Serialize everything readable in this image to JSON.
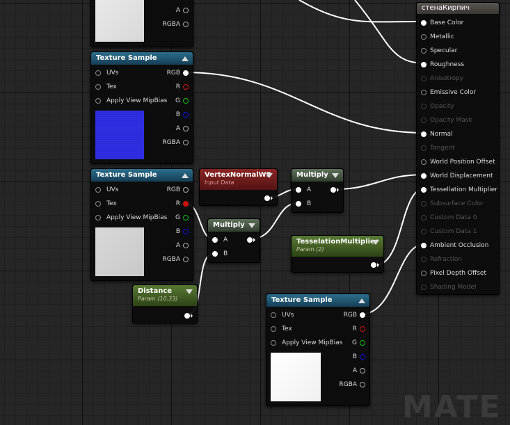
{
  "watermark": "MATE",
  "material_node": {
    "title": "стенаКирпич",
    "inputs": [
      {
        "label": "Base Color",
        "connected": true
      },
      {
        "label": "Metallic",
        "connected": false
      },
      {
        "label": "Specular",
        "connected": false
      },
      {
        "label": "Roughness",
        "connected": true
      },
      {
        "label": "Anisotropy",
        "connected": false,
        "disabled": true
      },
      {
        "label": "Emissive Color",
        "connected": false
      },
      {
        "label": "Opacity",
        "connected": false,
        "disabled": true
      },
      {
        "label": "Opacity Mask",
        "connected": false,
        "disabled": true
      },
      {
        "label": "Normal",
        "connected": true
      },
      {
        "label": "Tangent",
        "connected": false,
        "disabled": true
      },
      {
        "label": "World Position Offset",
        "connected": false
      },
      {
        "label": "World Displacement",
        "connected": true
      },
      {
        "label": "Tessellation Multiplier",
        "connected": true
      },
      {
        "label": "Subsurface Color",
        "connected": false,
        "disabled": true
      },
      {
        "label": "Custom Data 0",
        "connected": false,
        "disabled": true
      },
      {
        "label": "Custom Data 1",
        "connected": false,
        "disabled": true
      },
      {
        "label": "Ambient Occlusion",
        "connected": true
      },
      {
        "label": "Refraction",
        "connected": false,
        "disabled": true
      },
      {
        "label": "Pixel Depth Offset",
        "connected": false
      },
      {
        "label": "Shading Model",
        "connected": false,
        "disabled": true
      }
    ]
  },
  "texture_sample": {
    "title": "Texture Sample",
    "in_uvs": "UVs",
    "in_tex": "Tex",
    "in_mipbias": "Apply View MipBias",
    "out_rgb": "RGB",
    "out_r": "R",
    "out_g": "G",
    "out_b": "B",
    "out_a": "A",
    "out_rgba": "RGBA"
  },
  "top_node_partial": {
    "out_a": "A",
    "out_rgba": "RGBA"
  },
  "vertex_normal": {
    "title": "VertexNormalWS",
    "subtitle": "Input Data"
  },
  "multiply1": {
    "title": "Multiply",
    "in_a": "A",
    "in_b": "B"
  },
  "multiply2": {
    "title": "Multiply",
    "in_a": "A",
    "in_b": "B"
  },
  "tess_mult": {
    "title": "TesselationMultiplier",
    "subtitle": "Param (2)"
  },
  "distance": {
    "title": "Distance",
    "subtitle": "Param (10.33)"
  },
  "colors": {
    "tex_header": "#2c6e8c",
    "math_header": "#5d6f59",
    "param_header": "#587a34",
    "input_header": "#8a2424",
    "wire": "#ffffff",
    "pin_red": "#d01010",
    "pin_green": "#10c010",
    "pin_blue": "#1010e0"
  }
}
